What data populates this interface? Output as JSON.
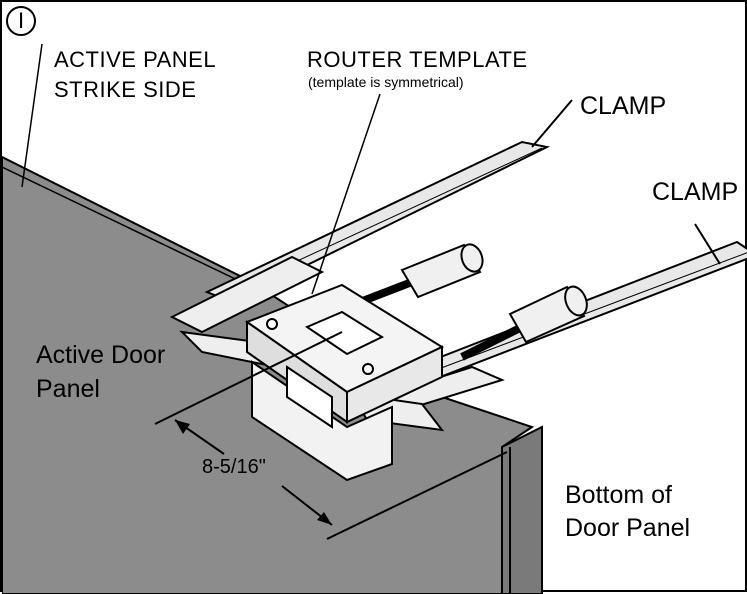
{
  "step_number": "I",
  "labels": {
    "active_panel_line1": "ACTIVE PANEL",
    "active_panel_line2": "STRIKE SIDE",
    "router_template": "ROUTER TEMPLATE",
    "template_note": "(template is symmetrical)",
    "clamp_top": "CLAMP",
    "clamp_right": "CLAMP",
    "active_door_line1": "Active Door",
    "active_door_line2": "Panel",
    "dimension": "8-5/16\"",
    "bottom_line1": "Bottom of",
    "bottom_line2": "Door Panel"
  },
  "colors": {
    "panel_gray": "#8c8c8c",
    "panel_dark": "#6e6e6e",
    "metal": "#e6e6e6",
    "stroke": "#000000"
  }
}
